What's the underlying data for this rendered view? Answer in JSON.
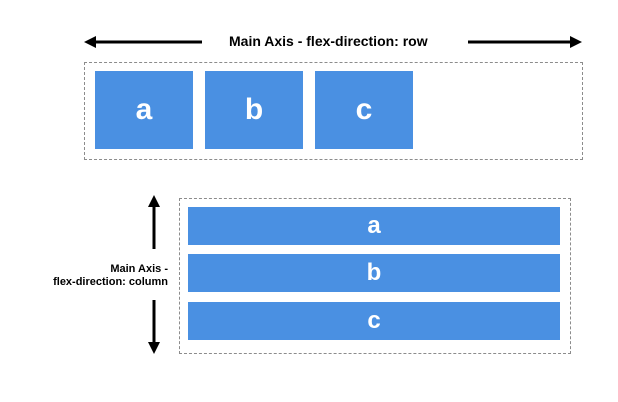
{
  "row_diagram": {
    "label": "Main Axis - flex-direction: row",
    "items": [
      "a",
      "b",
      "c"
    ]
  },
  "column_diagram": {
    "label_line1": "Main Axis -",
    "label_line2": "flex-direction: column",
    "items": [
      "a",
      "b",
      "c"
    ]
  },
  "colors": {
    "item_fill": "#4a90e2",
    "item_text": "#ffffff",
    "container_border": "#8c8c8c",
    "arrow": "#000000"
  }
}
